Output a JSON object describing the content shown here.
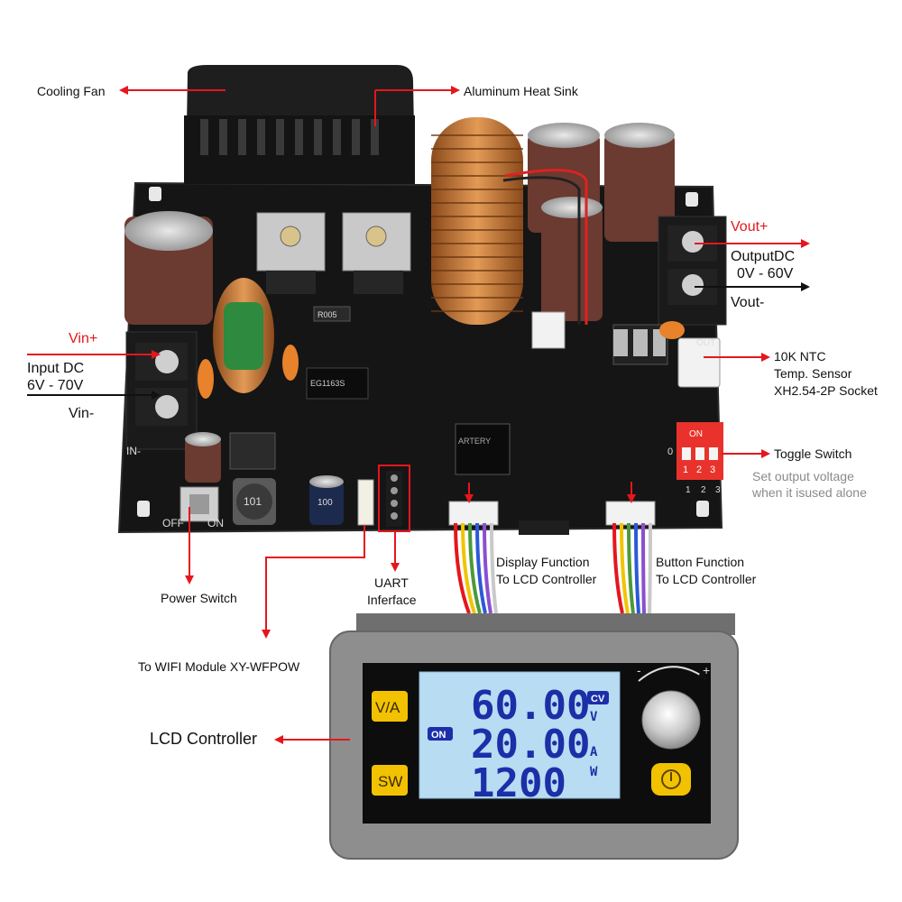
{
  "labels": {
    "cooling_fan": "Cooling Fan",
    "heat_sink": "Aluminum Heat Sink",
    "vin_plus": "Vin+",
    "input_dc": "Input DC",
    "input_range": "6V - 70V",
    "vin_minus": "Vin-",
    "vout_plus": "Vout+",
    "output_dc": "OutputDC",
    "output_range": "0V - 60V",
    "vout_minus": "Vout-",
    "ntc_line1": "10K NTC",
    "ntc_line2": "Temp. Sensor",
    "ntc_line3": "XH2.54-2P Socket",
    "toggle_switch": "Toggle Switch",
    "toggle_note_line1": "Set output voltage",
    "toggle_note_line2": "when it isused alone",
    "power_switch": "Power Switch",
    "wifi_module": "To WIFI Module XY-WFPOW",
    "uart_line1": "UART",
    "uart_line2": "Inferface",
    "display_fn_line1": "Display Function",
    "display_fn_line2": "To LCD Controller",
    "button_fn_line1": "Button Function",
    "button_fn_line2": "To LCD Controller",
    "lcd_controller": "LCD Controller"
  },
  "board": {
    "in_label": "IN-",
    "off_label": "OFF",
    "on_label": "ON",
    "out_label": "OUT",
    "dip_on": "ON",
    "dip_numbers": [
      "1",
      "2",
      "3"
    ],
    "dip_bottom_numbers": [
      "1",
      "2",
      "3"
    ],
    "dip_side_zero": "0",
    "chip_marking": "EG1163S",
    "inductor_code": "101",
    "cap_code": "100",
    "resistor_code": "R005",
    "main_chip": "ARTERY"
  },
  "lcd": {
    "btn_va": "V/A",
    "btn_sw": "SW",
    "voltage": "60.00",
    "current": "20.00",
    "power": "1200",
    "unit_v": "V",
    "unit_a": "A",
    "unit_w": "W",
    "cv_badge": "CV",
    "on_badge": "ON",
    "knob_minus": "-",
    "knob_plus": "+"
  },
  "colors": {
    "arrow_red": "#e5161d",
    "pcb": "#151515",
    "lcd_screen": "#b8dcf2",
    "lcd_digits": "#1c2fa8",
    "button_yellow": "#f2c200",
    "dip_red": "#e8322b"
  }
}
